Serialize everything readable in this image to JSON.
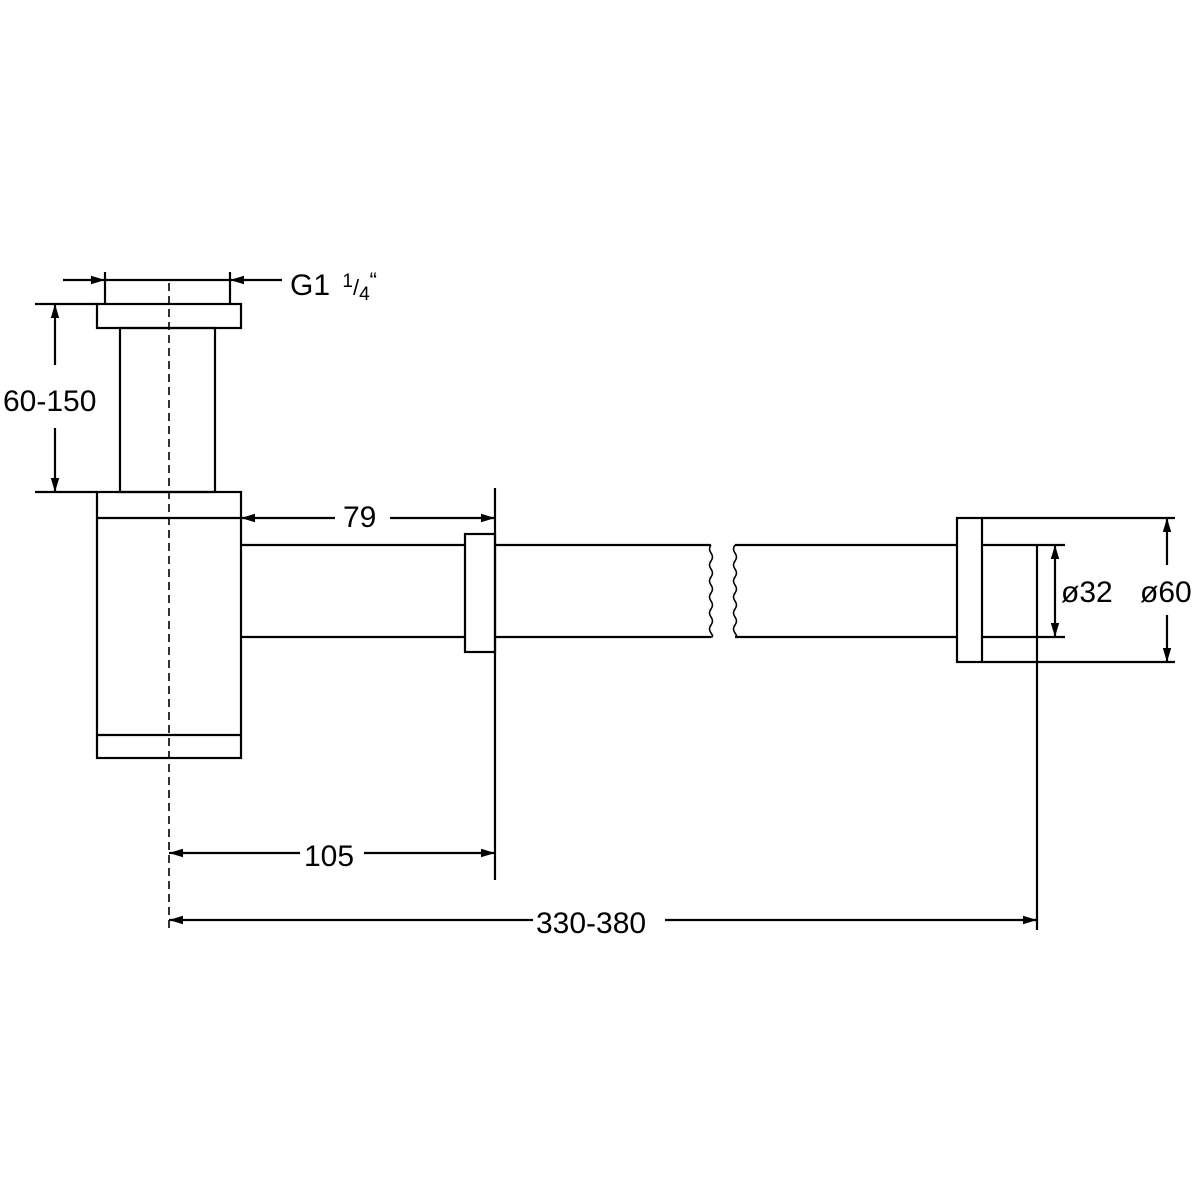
{
  "title": "Bottle trap dimension drawing",
  "dimensions": {
    "thread": "G1",
    "thread_fraction_num": "1",
    "thread_fraction_den": "4",
    "thread_quote": "“",
    "height_adjust": "60-150",
    "outlet_length": "79",
    "center_to_wall_flange": "105",
    "center_to_wall": "330-380",
    "pipe_diameter": "ø32",
    "flange_diameter": "ø60"
  },
  "colors": {
    "line": "#000000",
    "background": "#ffffff"
  }
}
